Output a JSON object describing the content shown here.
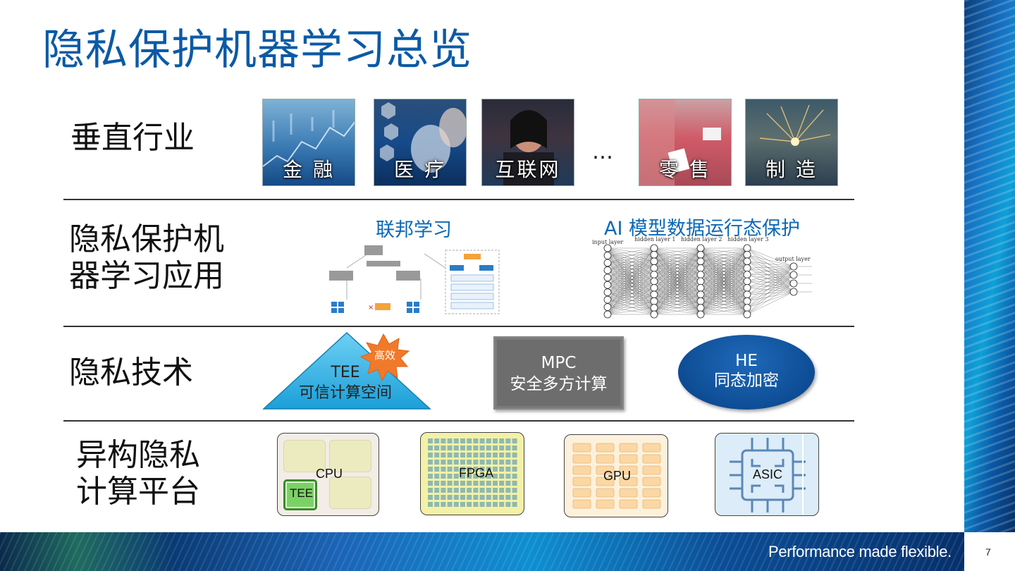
{
  "slide": {
    "title": "隐私保护机器学习总览",
    "page_number": "7",
    "tagline": "Performance made flexible."
  },
  "rows": {
    "industry_label": "垂直行业",
    "application_label_line1": "隐私保护机",
    "application_label_line2": "器学习应用",
    "technology_label": "隐私技术",
    "platform_label_line1": "异构隐私",
    "platform_label_line2": "计算平台"
  },
  "industries": {
    "finance": "金 融",
    "medical": "医 疗",
    "internet": "互联网",
    "ellipsis": "…",
    "retail": "零 售",
    "manufacturing": "制 造"
  },
  "applications": {
    "federated_learning": "联邦学习",
    "model_protection": "AI 模型数据运行态保护",
    "nn_labels": {
      "input": "input layer",
      "hidden1": "hidden layer 1",
      "hidden2": "hidden layer 2",
      "hidden3": "hidden layer 3",
      "output": "output layer"
    }
  },
  "technologies": {
    "tee_line1": "TEE",
    "tee_line2": "可信计算空间",
    "tee_badge": "高效",
    "mpc_line1": "MPC",
    "mpc_line2": "安全多方计算",
    "he_line1": "HE",
    "he_line2": "同态加密"
  },
  "platforms": {
    "cpu": "CPU",
    "tee": "TEE",
    "fpga": "FPGA",
    "gpu": "GPU",
    "asic": "ASIC"
  },
  "colors": {
    "title_blue": "#0b5aa5",
    "heading_blue": "#0b68b7",
    "tee_cyan": "#29a9e0",
    "mpc_gray": "#6d6d6d",
    "he_blue": "#0d4d95",
    "burst_orange": "#f07a2a"
  }
}
